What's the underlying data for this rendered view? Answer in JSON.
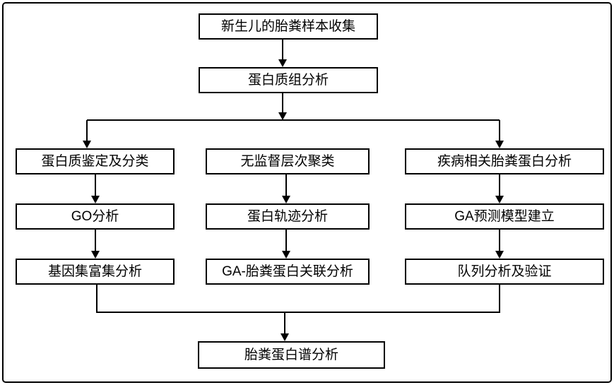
{
  "window": {
    "background_color": "#ffffff",
    "border_color": "#000000"
  },
  "flowchart": {
    "colors": {
      "line": "#000000",
      "box_background": "#ffffff",
      "box_border": "#000000",
      "text": "#000000"
    },
    "nodes": {
      "sample_collection": {
        "label": "新生儿的胎粪样本收集"
      },
      "proteome_analysis": {
        "label": "蛋白质组分析"
      },
      "protein_identification": {
        "label": "蛋白质鉴定及分类"
      },
      "go_analysis": {
        "label": "GO分析"
      },
      "gene_set_enrichment": {
        "label": "基因集富集分析"
      },
      "unsupervised_clustering": {
        "label": "无监督层次聚类"
      },
      "protein_trajectory": {
        "label": "蛋白轨迹分析"
      },
      "ga_meconium_association": {
        "label": "GA-胎粪蛋白关联分析"
      },
      "disease_related_protein": {
        "label": "疾病相关胎粪蛋白分析"
      },
      "ga_prediction_model": {
        "label": "GA预测模型建立"
      },
      "cohort_validation": {
        "label": "队列分析及验证"
      },
      "meconium_profile": {
        "label": "胎粪蛋白谱分析"
      }
    },
    "edges": [
      {
        "from": "sample_collection",
        "to": "proteome_analysis"
      },
      {
        "from": "proteome_analysis",
        "to": "protein_identification"
      },
      {
        "from": "proteome_analysis",
        "to": "unsupervised_clustering"
      },
      {
        "from": "proteome_analysis",
        "to": "disease_related_protein"
      },
      {
        "from": "protein_identification",
        "to": "go_analysis"
      },
      {
        "from": "go_analysis",
        "to": "gene_set_enrichment"
      },
      {
        "from": "unsupervised_clustering",
        "to": "protein_trajectory"
      },
      {
        "from": "protein_trajectory",
        "to": "ga_meconium_association"
      },
      {
        "from": "disease_related_protein",
        "to": "ga_prediction_model"
      },
      {
        "from": "ga_prediction_model",
        "to": "cohort_validation"
      },
      {
        "from": "gene_set_enrichment",
        "to": "meconium_profile"
      },
      {
        "from": "ga_meconium_association",
        "to": "meconium_profile"
      },
      {
        "from": "cohort_validation",
        "to": "meconium_profile"
      }
    ]
  }
}
